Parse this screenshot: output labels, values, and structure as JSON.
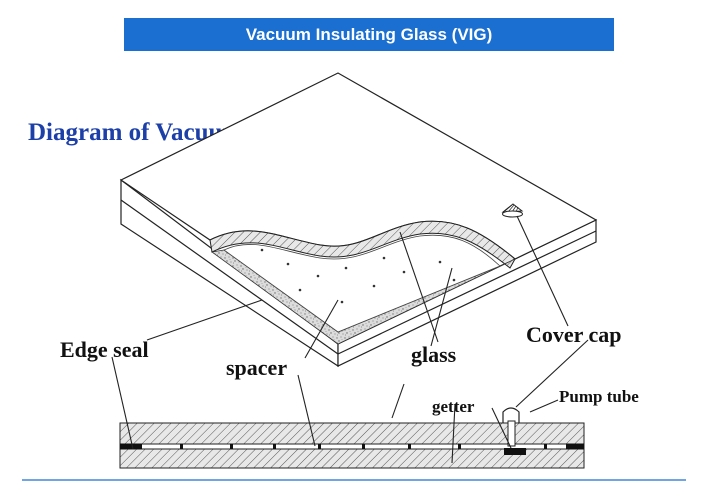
{
  "banner": {
    "title": "Vacuum Insulating Glass (VIG)"
  },
  "diagram": {
    "title": "Diagram of Vacuum  Glazing",
    "labels": {
      "edge_seal": "Edge seal",
      "spacer": "spacer",
      "glass": "glass",
      "cover_cap": "Cover cap",
      "pump_tube": "Pump tube",
      "getter": "getter"
    }
  },
  "colors": {
    "banner_bg": "#1a6fd0",
    "title_text": "#1c3fa8",
    "bottom_rule": "#1a6fd0"
  }
}
